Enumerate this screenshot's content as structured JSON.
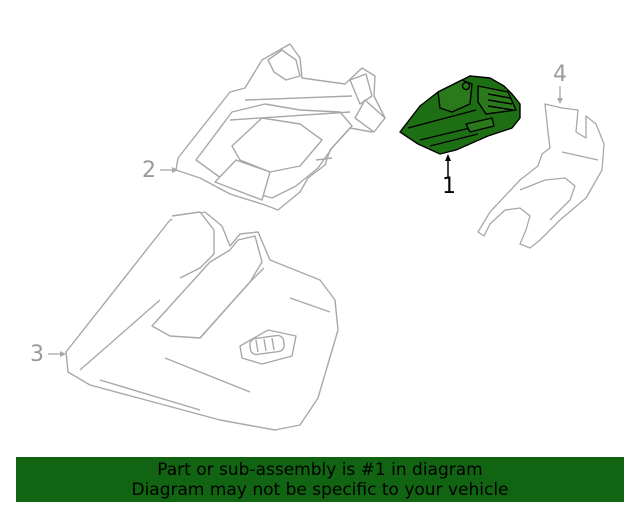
{
  "diagram": {
    "callouts": [
      {
        "id": "1",
        "label": "1",
        "highlighted": true
      },
      {
        "id": "2",
        "label": "2",
        "highlighted": false
      },
      {
        "id": "3",
        "label": "3",
        "highlighted": false
      },
      {
        "id": "4",
        "label": "4",
        "highlighted": false
      }
    ],
    "colors": {
      "highlight_fill": "#1e6e14",
      "line": "#a8a8a8",
      "banner": "#116411"
    }
  },
  "banner": {
    "line1": "Part or sub-assembly is #1 in diagram",
    "line2": "Diagram may not be specific to your vehicle"
  }
}
